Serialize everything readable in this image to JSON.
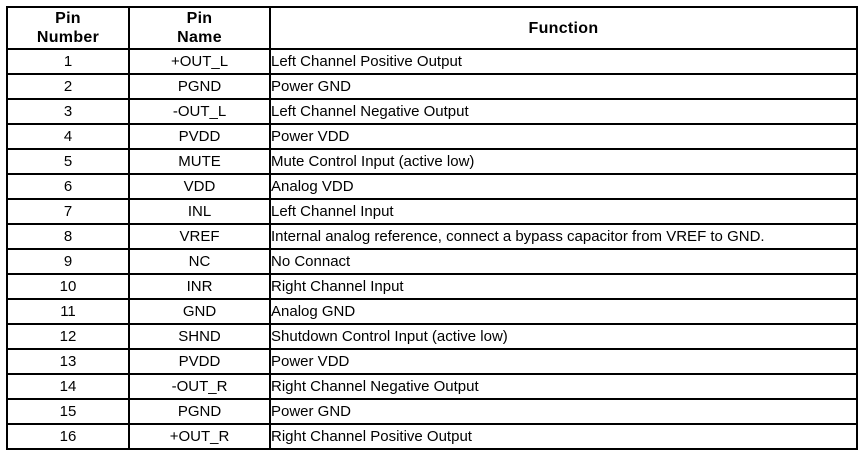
{
  "page": {
    "background": "#ffffff",
    "border_color": "#000000",
    "text_color": "#000000"
  },
  "table": {
    "headers": {
      "pin_number": "Pin\nNumber",
      "pin_name": "Pin\nName",
      "function": "Function"
    },
    "rows": [
      {
        "number": "1",
        "name": "+OUT_L",
        "function": "Left Channel Positive Output"
      },
      {
        "number": "2",
        "name": "PGND",
        "function": "Power GND"
      },
      {
        "number": "3",
        "name": "-OUT_L",
        "function": "Left Channel Negative Output"
      },
      {
        "number": "4",
        "name": "PVDD",
        "function": "Power VDD"
      },
      {
        "number": "5",
        "name": "MUTE",
        "function": "Mute Control Input (active low)"
      },
      {
        "number": "6",
        "name": "VDD",
        "function": "Analog VDD"
      },
      {
        "number": "7",
        "name": "INL",
        "function": "Left Channel Input"
      },
      {
        "number": "8",
        "name": "VREF",
        "function": "Internal analog reference, connect a bypass capacitor from VREF to GND."
      },
      {
        "number": "9",
        "name": "NC",
        "function": "No Connact"
      },
      {
        "number": "10",
        "name": "INR",
        "function": "Right Channel Input"
      },
      {
        "number": "11",
        "name": "GND",
        "function": "Analog GND"
      },
      {
        "number": "12",
        "name": "SHND",
        "function": "Shutdown Control Input (active low)"
      },
      {
        "number": "13",
        "name": "PVDD",
        "function": "Power VDD"
      },
      {
        "number": "14",
        "name": "-OUT_R",
        "function": "Right Channel Negative Output"
      },
      {
        "number": "15",
        "name": "PGND",
        "function": "Power GND"
      },
      {
        "number": "16",
        "name": "+OUT_R",
        "function": "Right Channel Positive Output"
      }
    ]
  }
}
